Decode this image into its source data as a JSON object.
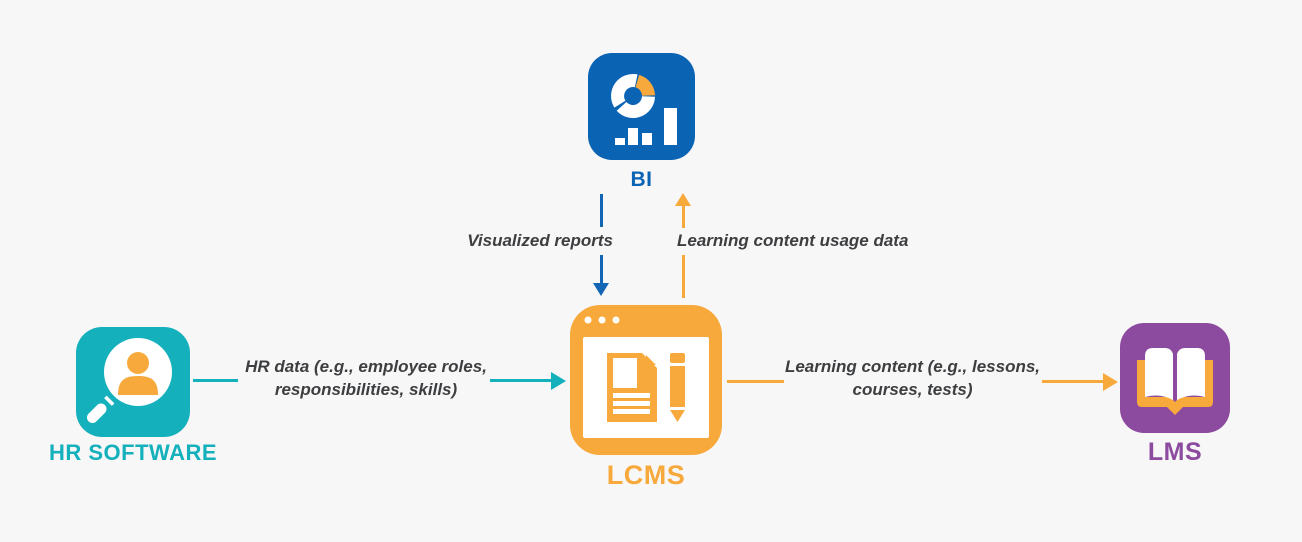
{
  "colors": {
    "background": "#f7f7f8",
    "blue": "#0b63b4",
    "orange": "#f8a93c",
    "teal": "#14b0bc",
    "purple": "#8c4b9e",
    "edge_text": "#3d3e40"
  },
  "nodes": {
    "bi": {
      "label": "BI",
      "icon": "donut-and-bar-chart-icon",
      "color": "#0b63b4"
    },
    "lcms": {
      "label": "LCMS",
      "icon": "document-and-pencil-browser-icon",
      "color": "#f8a93c"
    },
    "hr_software": {
      "label": "HR SOFTWARE",
      "icon": "magnifier-person-icon",
      "color": "#14b0bc"
    },
    "lms": {
      "label": "LMS",
      "icon": "open-book-icon",
      "color": "#8c4b9e"
    }
  },
  "edges": {
    "bi_to_lcms": {
      "from": "BI",
      "to": "LCMS",
      "direction": "down",
      "label": "Visualized reports"
    },
    "lcms_to_bi": {
      "from": "LCMS",
      "to": "BI",
      "direction": "up",
      "label": "Learning content usage data"
    },
    "hr_to_lcms": {
      "from": "HR SOFTWARE",
      "to": "LCMS",
      "direction": "right",
      "label": "HR data (e.g., employee roles, responsibilities, skills)"
    },
    "lcms_to_lms": {
      "from": "LCMS",
      "to": "LMS",
      "direction": "right",
      "label": "Learning content (e.g., lessons, courses, tests)"
    }
  }
}
